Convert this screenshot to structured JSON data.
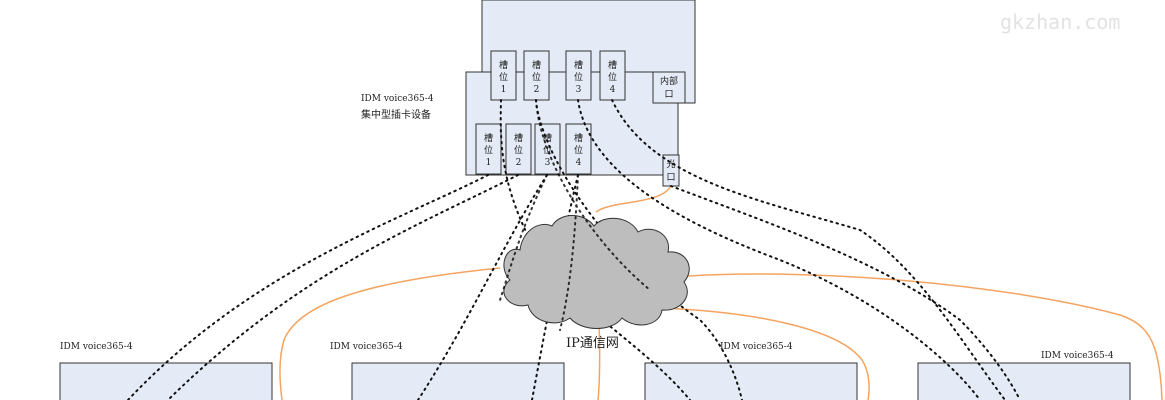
{
  "watermark": "gkzhan.com",
  "central_device": {
    "model": "IDM voice365-4",
    "description": "集中型插卡设备",
    "back_slots": [
      {
        "c1": "槽",
        "c2": "位",
        "c3": "1"
      },
      {
        "c1": "槽",
        "c2": "位",
        "c3": "2"
      },
      {
        "c1": "槽",
        "c2": "位",
        "c3": "3"
      },
      {
        "c1": "槽",
        "c2": "位",
        "c3": "4"
      }
    ],
    "internal_port": {
      "c1": "内部",
      "c2": "口"
    },
    "front_slots": [
      {
        "c1": "槽",
        "c2": "位",
        "c3": "1"
      },
      {
        "c1": "槽",
        "c2": "位",
        "c3": "2"
      },
      {
        "c1": "槽",
        "c2": "位",
        "c3": "3"
      },
      {
        "c1": "槽",
        "c2": "位",
        "c3": "4"
      }
    ],
    "optical_port": {
      "c1": "光",
      "c2": "口"
    }
  },
  "network": {
    "label": "IP通信网"
  },
  "remote_devices": [
    {
      "label": "IDM voice365-4"
    },
    {
      "label": "IDM voice365-4"
    },
    {
      "label": "IDM voice365-4"
    },
    {
      "label": "IDM voice365-4"
    }
  ],
  "colors": {
    "box_fill": "#e4ebf6",
    "box_stroke": "#333333",
    "cloud_fill": "#bdbdbd",
    "fiber_link": "#f4a460",
    "dotted_link": "#111111"
  }
}
